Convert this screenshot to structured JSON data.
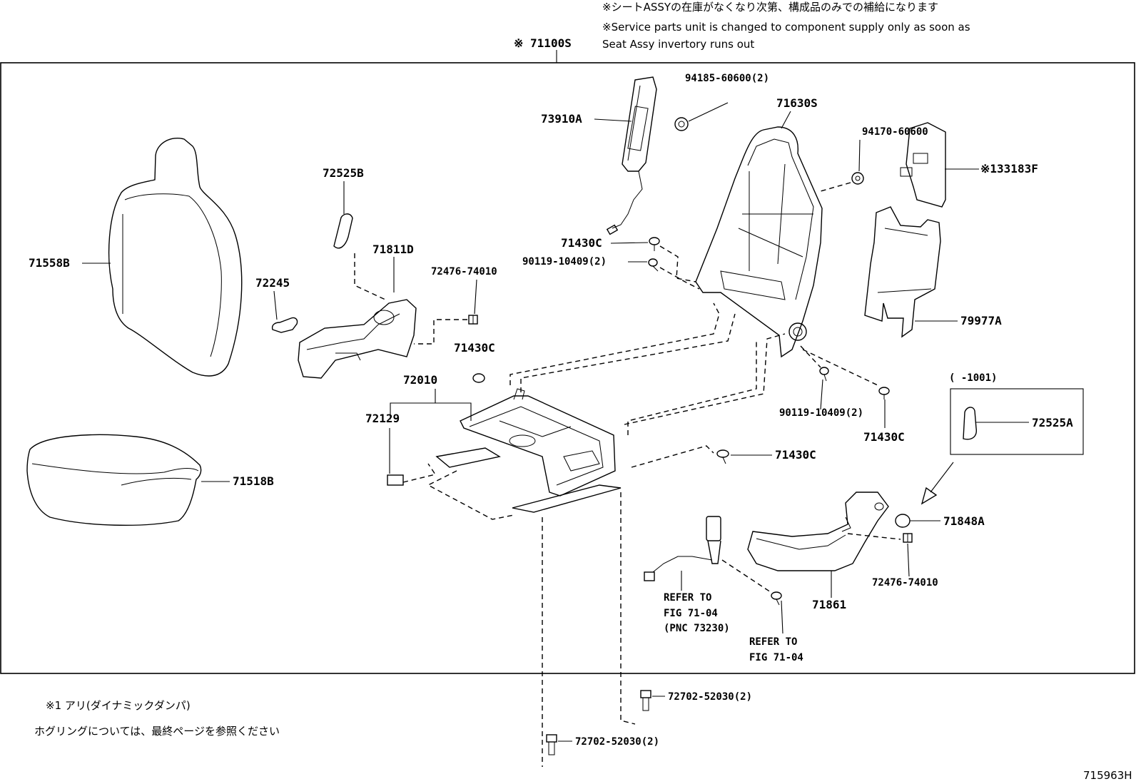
{
  "notes": {
    "jp_top": "※シートASSYの在庫がなくなり次第、構成品のみでの補給になります",
    "en_line1": "※Service parts unit is changed to component supply only as soon as",
    "en_line2": "Seat Assy invertory runs out",
    "jp_bottom1": "※1 アリ(ダイナミックダンパ)",
    "jp_bottom2": "ホグリングについては、最終ページを参照ください"
  },
  "assembly_label": "※ 71100S",
  "parts": {
    "p73910A": "73910A",
    "p94185": "94185-60600(2)",
    "p71630S": "71630S",
    "p94170": "94170-60600",
    "p33183F": "※133183F",
    "p72525B": "72525B",
    "p71811D": "71811D",
    "p71558B": "71558B",
    "p72245": "72245",
    "p72476_top": "72476-74010",
    "p71430C_a": "71430C",
    "p90119_a": "90119-10409(2)",
    "p71430C_b": "71430C",
    "p72010": "72010",
    "p72129": "72129",
    "p79977A": "79977A",
    "p90119_b": "90119-10409(2)",
    "p71430C_c": "71430C",
    "p71430C_d": "71430C",
    "p71518B": "71518B",
    "p72525A": "72525A",
    "p1001": "(    -1001)",
    "p71848A": "71848A",
    "p72476_bot": "72476-74010",
    "p71861": "71861",
    "p72702_a": "72702-52030(2)",
    "p72702_b": "72702-52030(2)"
  },
  "refs": {
    "ref1_l1": "REFER TO",
    "ref1_l2": "FIG 71-04",
    "ref1_l3": "(PNC 73230)",
    "ref2_l1": "REFER TO",
    "ref2_l2": "FIG 71-04"
  },
  "figure_id": "715963H"
}
